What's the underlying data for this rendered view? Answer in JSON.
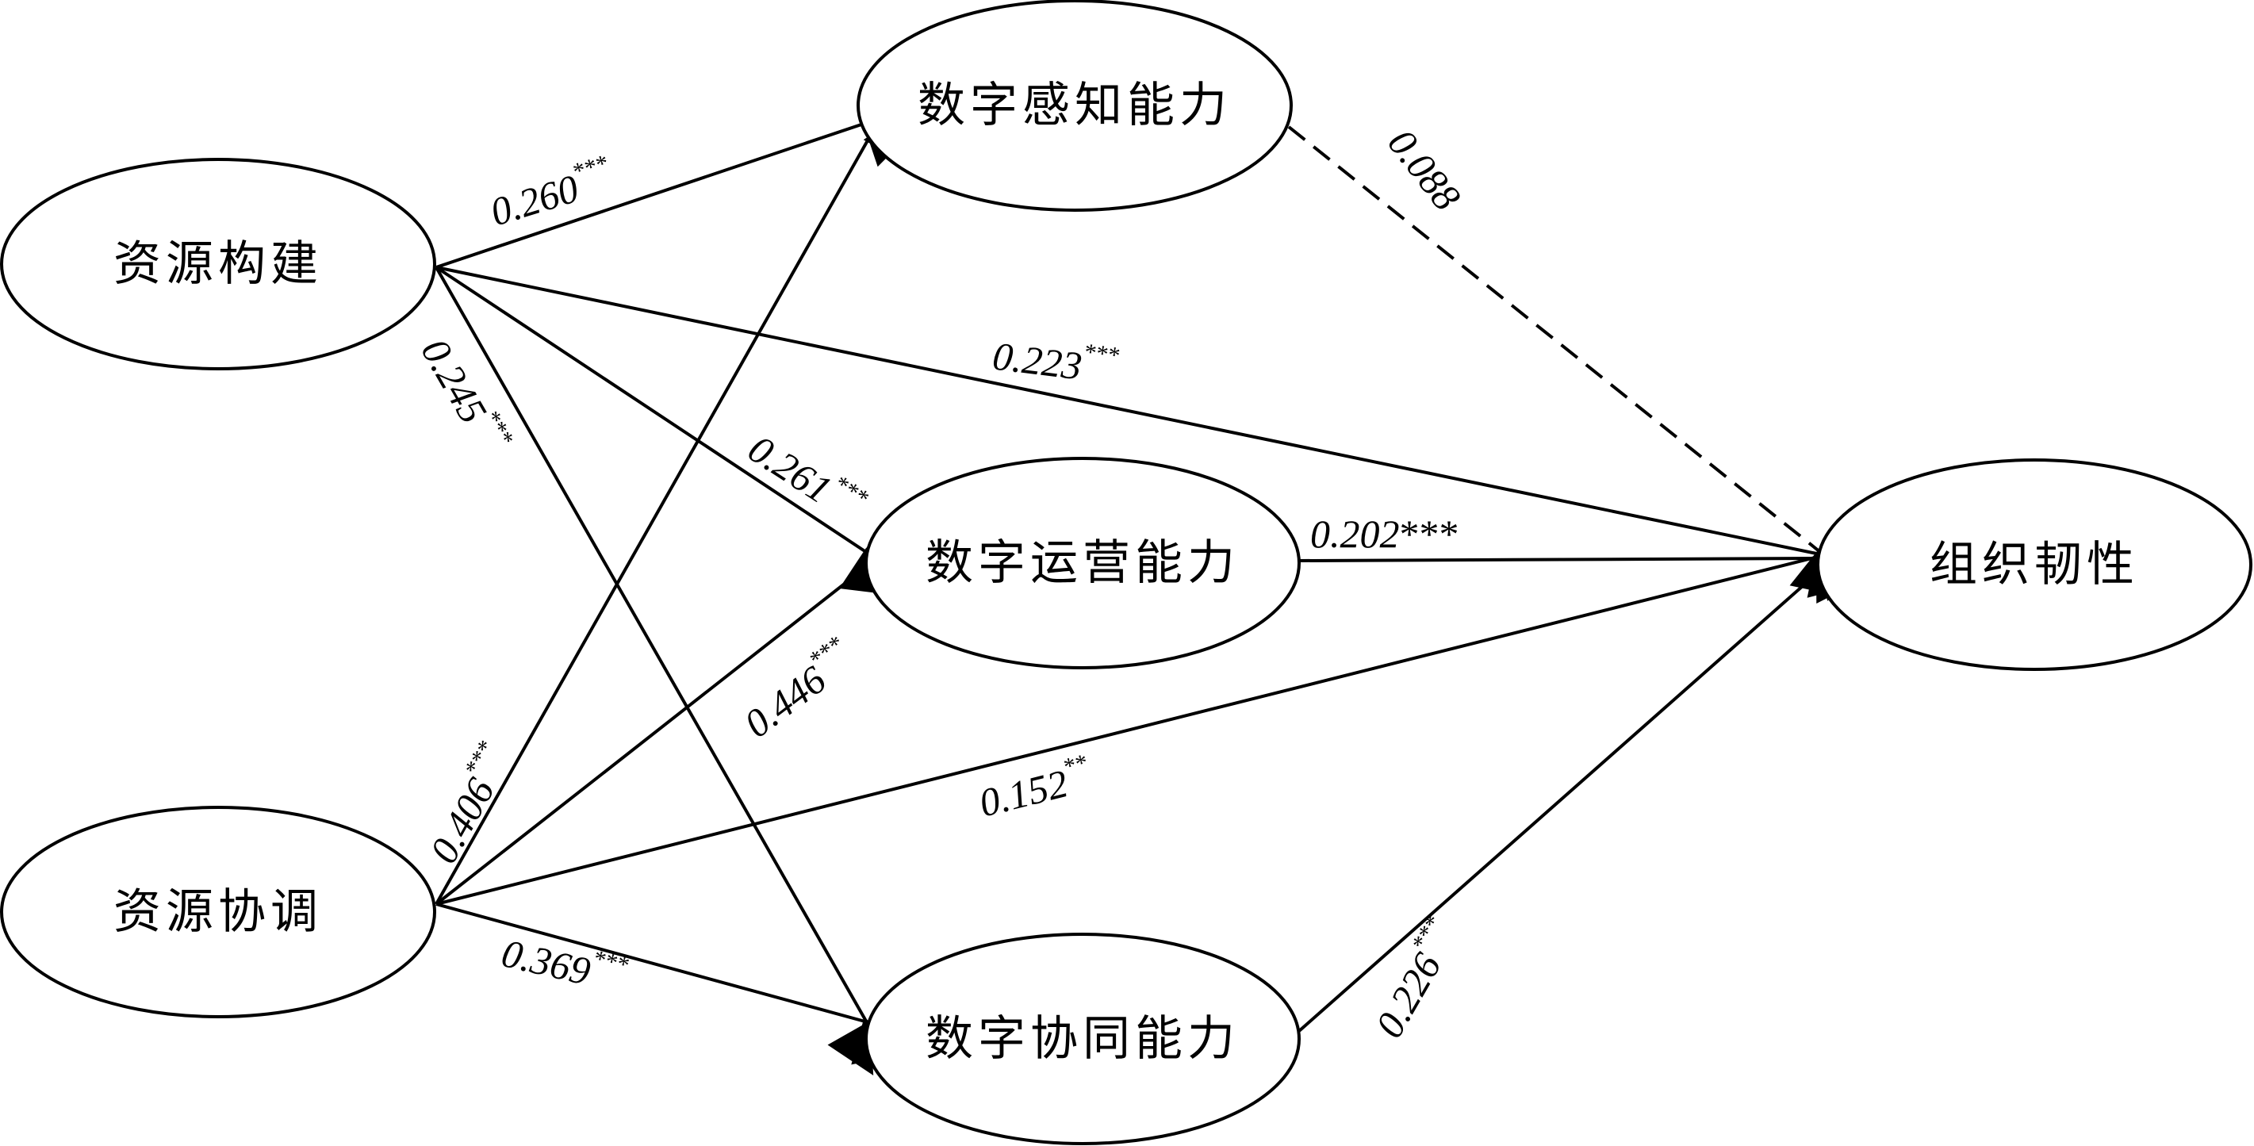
{
  "colors": {
    "stroke": "#000000",
    "background": "#ffffff"
  },
  "nodes": {
    "resource_building": "资源构建",
    "resource_coordination": "资源协调",
    "digital_perception": "数字感知能力",
    "digital_operation": "数字运营能力",
    "digital_collaboration": "数字协同能力",
    "organizational_resilience": "组织韧性"
  },
  "paths": [
    {
      "from": "resource_building",
      "to": "digital_perception",
      "coefficient": "0.260",
      "significance": "***",
      "line": "solid"
    },
    {
      "from": "resource_building",
      "to": "organizational_resilience",
      "coefficient": "0.223",
      "significance": "***",
      "line": "solid"
    },
    {
      "from": "resource_building",
      "to": "digital_operation",
      "coefficient": "0.261",
      "significance": "***",
      "line": "solid"
    },
    {
      "from": "resource_building",
      "to": "digital_collaboration",
      "coefficient": "0.245",
      "significance": "***",
      "line": "solid"
    },
    {
      "from": "resource_coordination",
      "to": "digital_perception",
      "coefficient": "0.406",
      "significance": "***",
      "line": "solid"
    },
    {
      "from": "resource_coordination",
      "to": "digital_operation",
      "coefficient": "0.446",
      "significance": "***",
      "line": "solid"
    },
    {
      "from": "resource_coordination",
      "to": "organizational_resilience",
      "coefficient": "0.152",
      "significance": "**",
      "line": "solid"
    },
    {
      "from": "resource_coordination",
      "to": "digital_collaboration",
      "coefficient": "0.369",
      "significance": "***",
      "line": "solid"
    },
    {
      "from": "digital_perception",
      "to": "organizational_resilience",
      "coefficient": "0.088",
      "significance": "",
      "line": "dashed"
    },
    {
      "from": "digital_operation",
      "to": "organizational_resilience",
      "coefficient": "0.202",
      "significance": "***",
      "line": "solid"
    },
    {
      "from": "digital_collaboration",
      "to": "organizational_resilience",
      "coefficient": "0.226",
      "significance": "***",
      "line": "solid"
    }
  ]
}
